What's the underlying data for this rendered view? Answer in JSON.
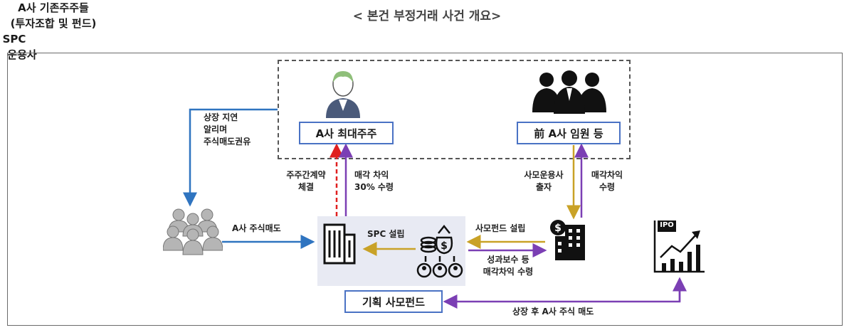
{
  "title": "< 본건 부정거래 사건 개요>",
  "nodes": {
    "major_shareholder": "A사 최대주주",
    "executives": "前 A사 임원 등",
    "existing_shareholders_line1": "A사 기존주주들",
    "existing_shareholders_line2": "(투자조합 및 펀드)",
    "spc": "SPC",
    "asset_manager": "운용사",
    "planned_fund": "기획 사모펀드",
    "ipo_icon_text": "IPO"
  },
  "edges": {
    "delay_listing": [
      "상장 지연",
      "알리며",
      "주식매도권유"
    ],
    "shareholder_agreement": [
      "주주간계약",
      "체결"
    ],
    "sale_difference_30": [
      "매각 차익",
      "30% 수령"
    ],
    "pe_investment": [
      "사모운용사",
      "출자"
    ],
    "sale_difference": [
      "매각차익",
      "수령"
    ],
    "share_sale": "A사 주식매도",
    "spc_setup": "SPC 설립",
    "pe_fund_setup": "사모펀드 설립",
    "performance_fee": [
      "성과보수 등",
      "매각차익 수령"
    ],
    "post_listing_sale": "상장 후 A사 주식 매도"
  },
  "colors": {
    "blue_arrow": "#2f74c0",
    "purple_arrow": "#7b3fb4",
    "red_arrow": "#e02020",
    "gold_arrow": "#c9a227",
    "box_border": "#4a72c4",
    "spc_bg": "#e8eaf3"
  }
}
